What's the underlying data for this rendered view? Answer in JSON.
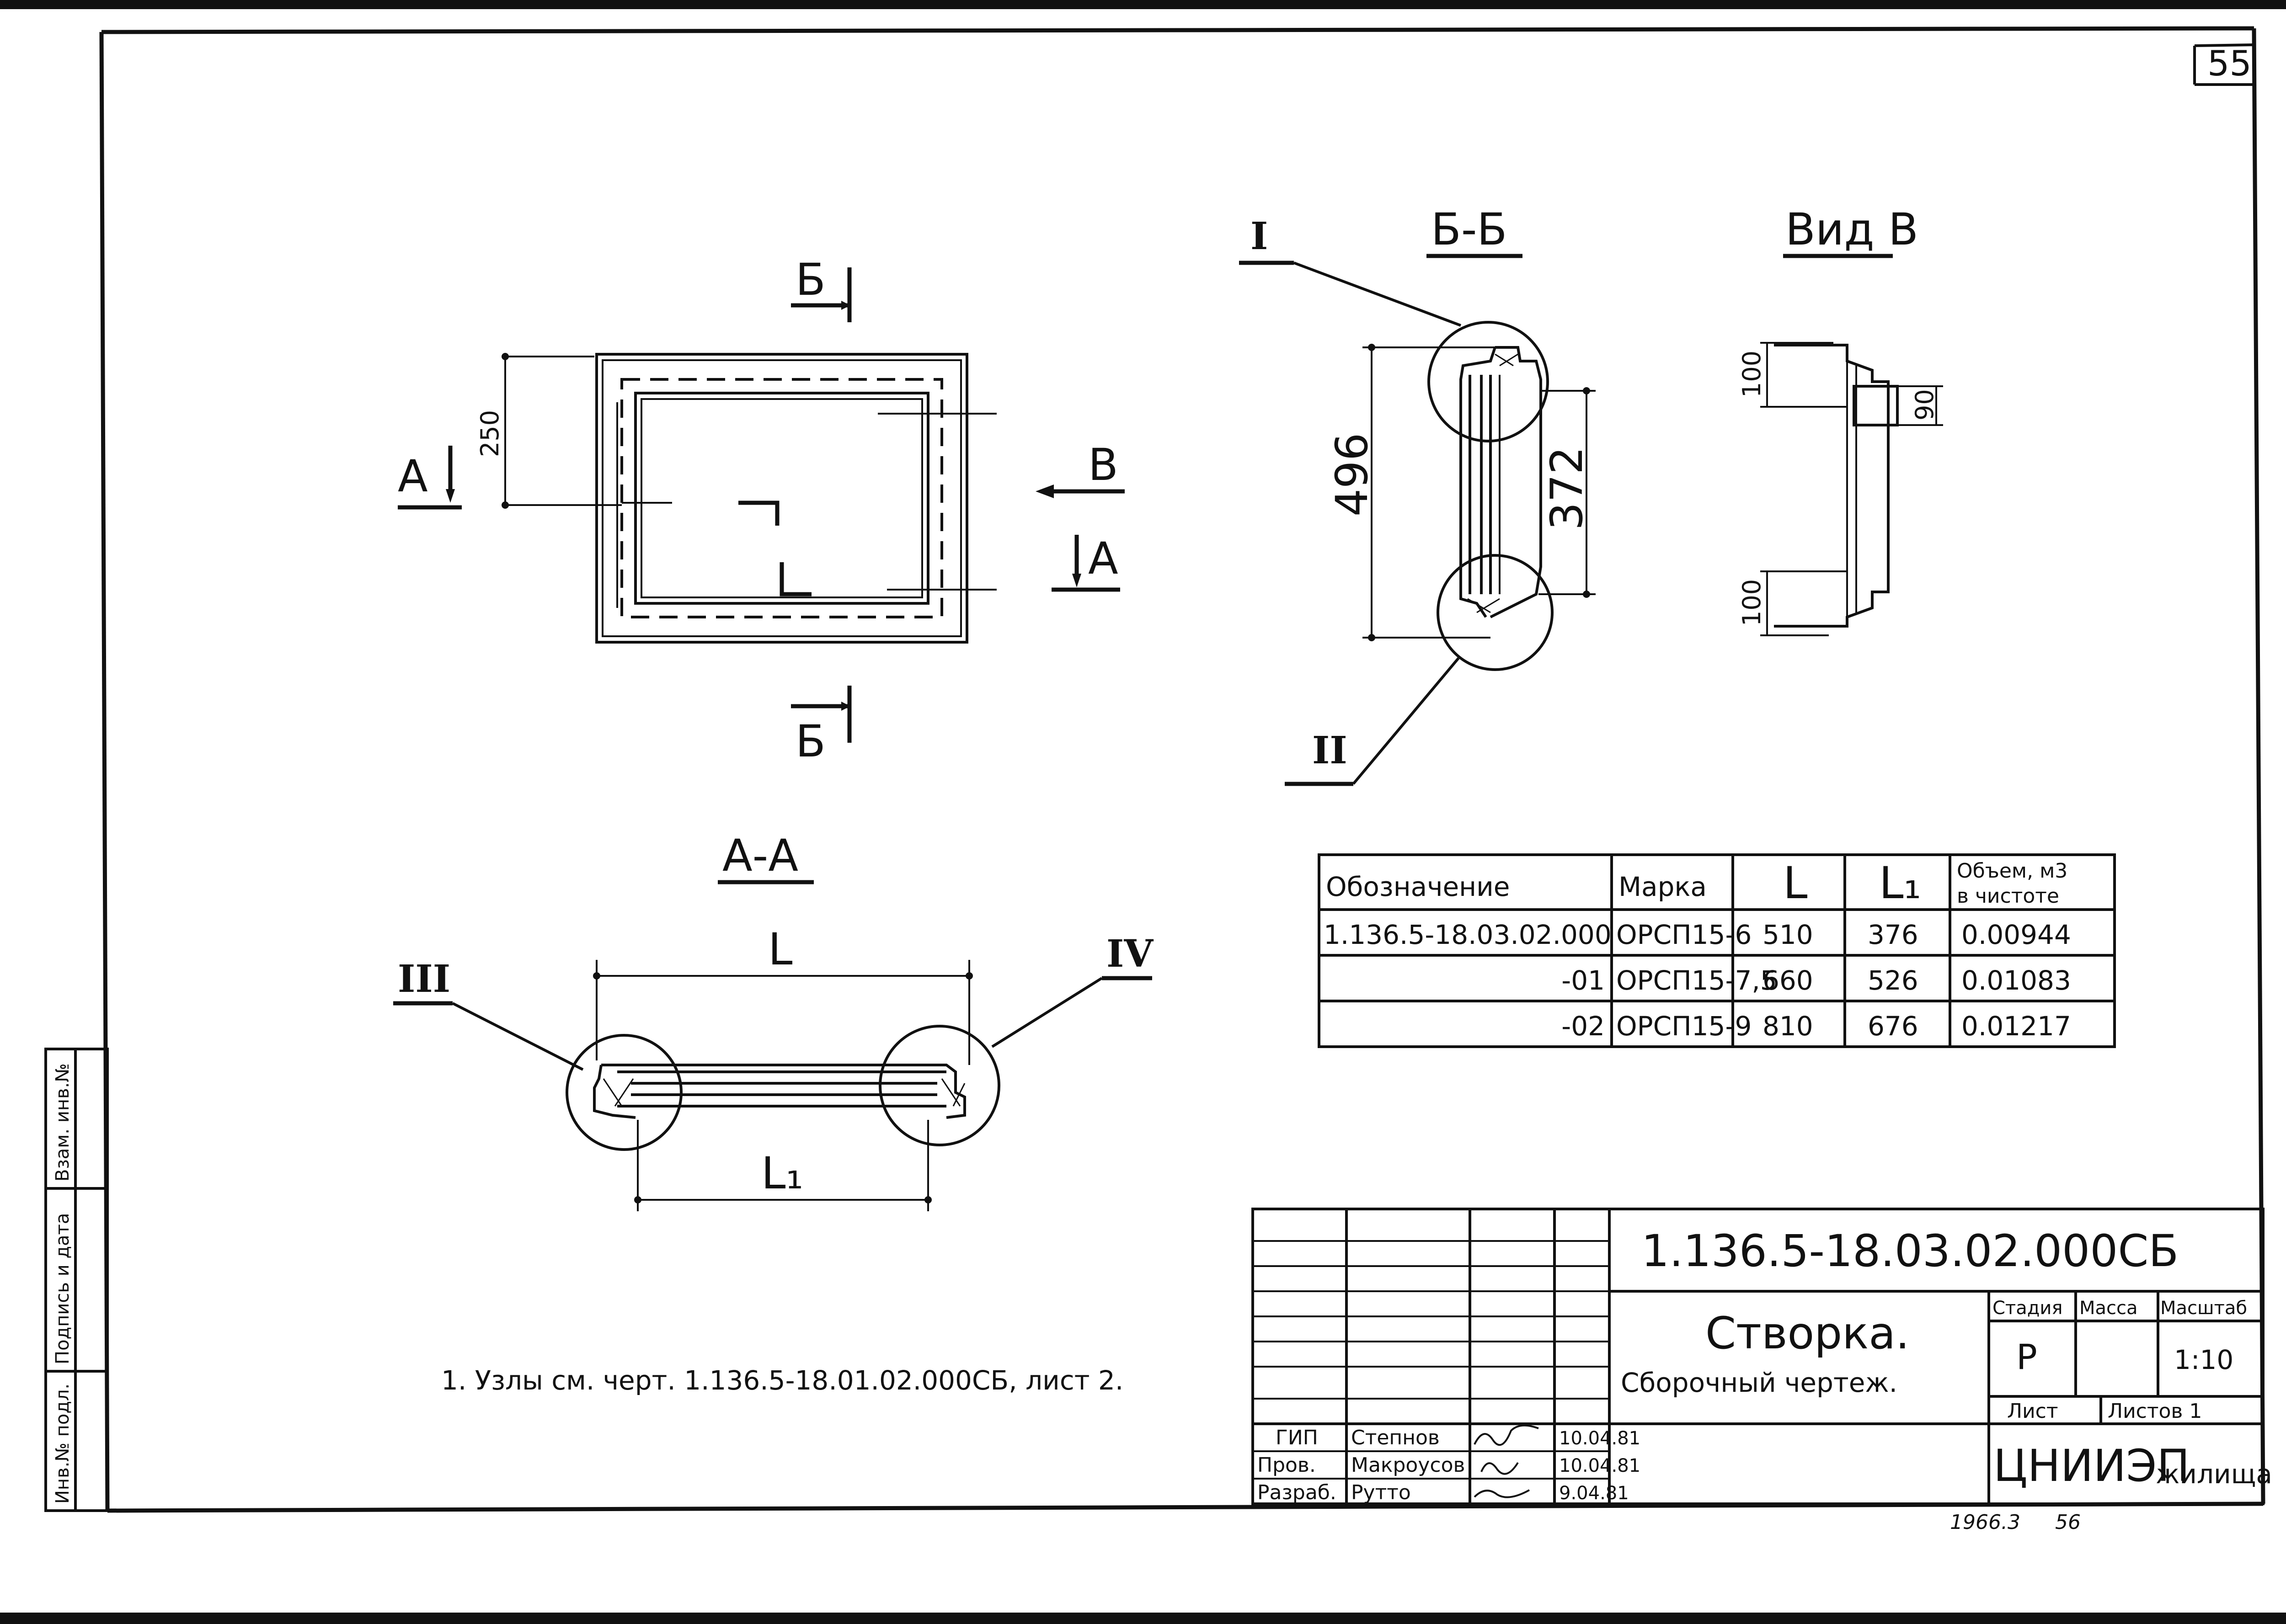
{
  "sheet_number": "55",
  "sections": {
    "b_marker": "Б",
    "a_marker": "А",
    "v_marker": "В",
    "section_bb": "Б-Б",
    "view_v": "Вид В",
    "section_aa": "А-А"
  },
  "roman_labels": [
    "I",
    "II",
    "III",
    "IV"
  ],
  "dimensions": {
    "d250": "250",
    "d496": "496",
    "d372": "372",
    "d100_top": "100",
    "d100_bottom": "100",
    "d90": "90",
    "L": "L",
    "L1": "L₁"
  },
  "spec_table": {
    "headers": [
      "Обозначение",
      "Марка",
      "L",
      "L₁",
      "Объем, м3",
      "в чистоте"
    ],
    "rows": [
      [
        "1.136.5-18.03.02.000",
        "ОРСП15-6",
        "510",
        "376",
        "0.00944"
      ],
      [
        "-01",
        "ОРСП15-7,5",
        "660",
        "526",
        "0.01083"
      ],
      [
        "-02",
        "ОРСП15-9",
        "810",
        "676",
        "0.01217"
      ]
    ]
  },
  "note": "1. Узлы см. черт. 1.136.5-18.01.02.000СБ, лист 2.",
  "left_strip": [
    "Инв.№ подл.",
    "Подпись и дата",
    "Взам. инв.№"
  ],
  "title_block": {
    "code": "1.136.5-18.03.02.000СБ",
    "title_line1": "Створка.",
    "title_line2": "Сборочный чертеж.",
    "stage_label": "Стадия",
    "mass_label": "Масса",
    "scale_label": "Масштаб",
    "stage_value": "Р",
    "scale_value": "1:10",
    "sheet_label": "Лист",
    "sheets_label": "Листов 1",
    "org_main": "ЦНИИЭП",
    "org_sub": "жилища",
    "signers": [
      {
        "role": "ГИП",
        "name": "Степнов",
        "date": "10.04.81"
      },
      {
        "role": "Пров.",
        "name": "Макроусов",
        "date": "10.04.81"
      },
      {
        "role": "Разраб.",
        "name": "Рутто",
        "date": "9.04.81"
      }
    ],
    "footer_number": "1966.3",
    "footer_page": "56"
  }
}
